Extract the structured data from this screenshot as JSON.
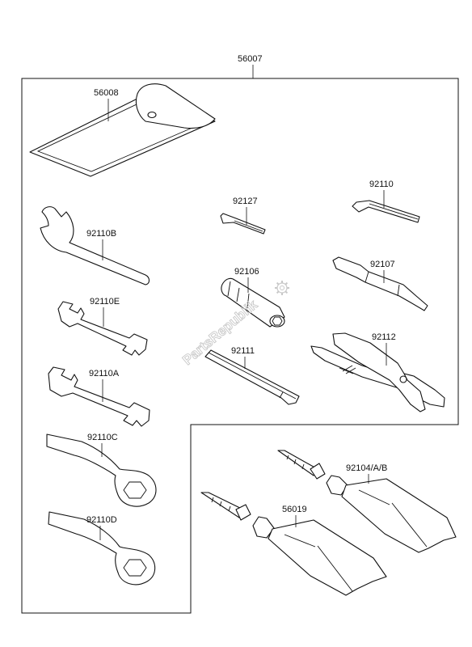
{
  "diagram": {
    "watermark": "PartsRepublik",
    "labels": {
      "set": "56007",
      "bag": "56008",
      "wrench_b": "92110B",
      "wrench_e": "92110E",
      "wrench_a": "92110A",
      "wrench_c": "92110C",
      "wrench_d": "92110D",
      "hex_small": "92127",
      "hex_large": "92110",
      "socket": "92106",
      "screwdriver": "92107",
      "handle": "92111",
      "pliers": "92112",
      "tube_a": "92104/A/B",
      "tube_b": "56019"
    }
  }
}
